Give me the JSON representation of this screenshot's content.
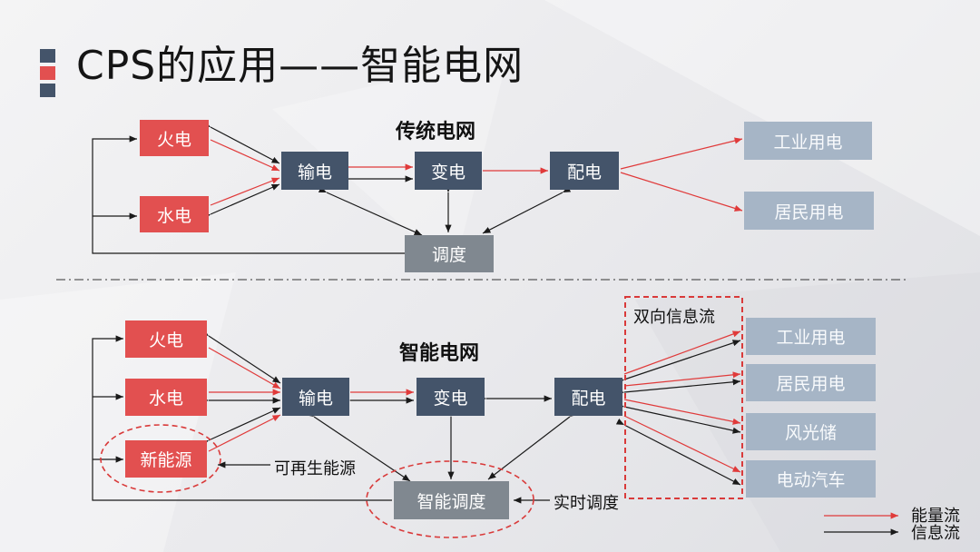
{
  "title": "CPS的应用——智能电网",
  "traditional": {
    "heading": "传统电网",
    "sources": [
      "火电",
      "水电"
    ],
    "transmission": "输电",
    "substation": "变电",
    "distribution": "配电",
    "dispatch": "调度",
    "consumers": [
      "工业用电",
      "居民用电"
    ]
  },
  "smart": {
    "heading": "智能电网",
    "sources": [
      "火电",
      "水电",
      "新能源"
    ],
    "renewable_note": "可再生能源",
    "transmission": "输电",
    "substation": "变电",
    "distribution": "配电",
    "dispatch": "智能调度",
    "realtime_note": "实时调度",
    "bidirectional_label": "双向信息流",
    "consumers": [
      "工业用电",
      "居民用电",
      "风光储",
      "电动汽车"
    ]
  },
  "legend": {
    "energy_flow": "能量流",
    "info_flow": "信息流"
  },
  "colors": {
    "source_red": "#e25050",
    "node_navy": "#44546a",
    "dispatch_gray": "#808890",
    "consumer_blue": "#a6b5c6",
    "energy_arrow": "#e03a3a",
    "info_arrow": "#1a1a1a"
  }
}
